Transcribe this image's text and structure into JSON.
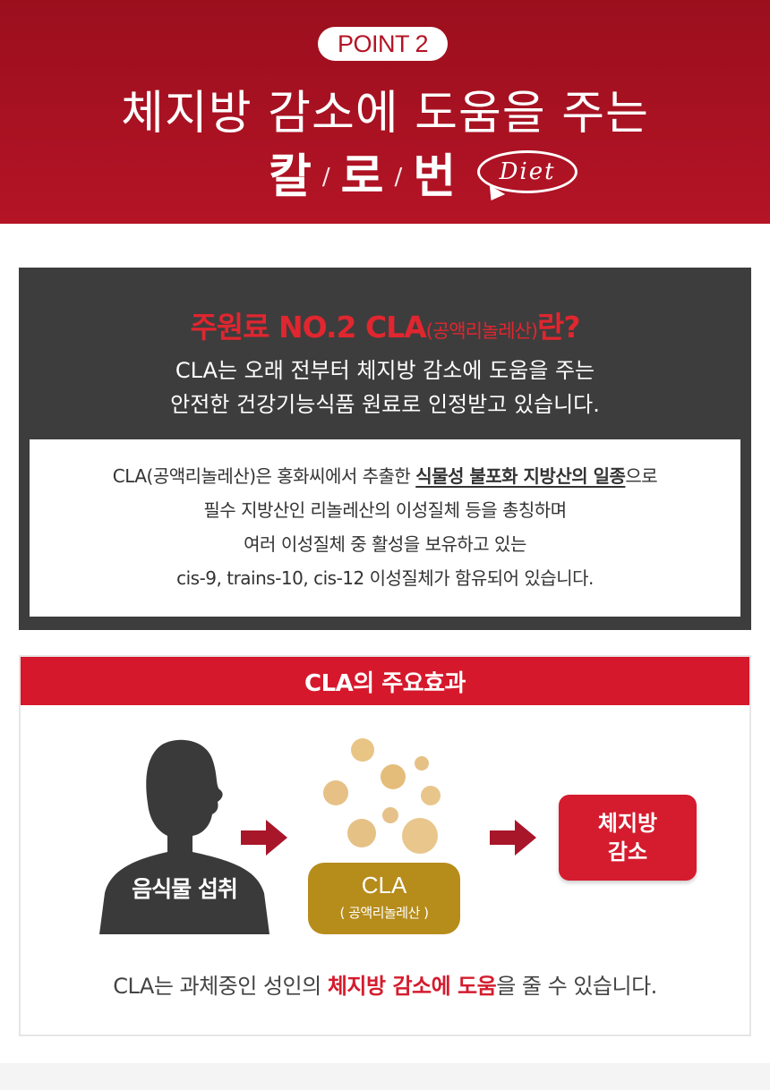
{
  "header": {
    "point_label": "POINT 2",
    "headline": "체지방 감소에 도움을 주는",
    "brand_words": [
      "칼",
      "로",
      "번"
    ],
    "slash": "/",
    "bubble_text": "Diet",
    "bg_color": "#b41426"
  },
  "intro": {
    "title_main": "주원료 NO.2 CLA",
    "title_paren": "(공액리놀레산)",
    "title_end": "란?",
    "desc_line1": "CLA는 오래 전부터 체지방 감소에 도움을 주는",
    "desc_line2": "안전한 건강기능식품 원료로 인정받고 있습니다.",
    "detail": {
      "line1_pre": "CLA(공액리놀레산)은 홍화씨에서 추출한 ",
      "line1_emph": "식물성 불포화 지방산의 일종",
      "line1_post": "으로",
      "line2": "필수 지방산인 리놀레산의 이성질체 등을 총칭하며",
      "line3": "여러 이성질체 중 활성을 보유하고 있는",
      "line4": "cis-9, trains-10, cis-12 이성질체가 함유되어 있습니다."
    }
  },
  "effects": {
    "title": "CLA의 주요효과",
    "step1_label": "음식물 섭취",
    "step2_name": "CLA",
    "step2_sub": "( 공액리놀레산 )",
    "step3_line1": "체지방",
    "step3_line2": "감소",
    "footer_pre": "CLA는  과체중인 성인의 ",
    "footer_emph": "체지방 감소에 도움",
    "footer_post": "을 줄 수 있습니다.",
    "accent_color": "#d6182c",
    "gold_color": "#b68c1b"
  }
}
